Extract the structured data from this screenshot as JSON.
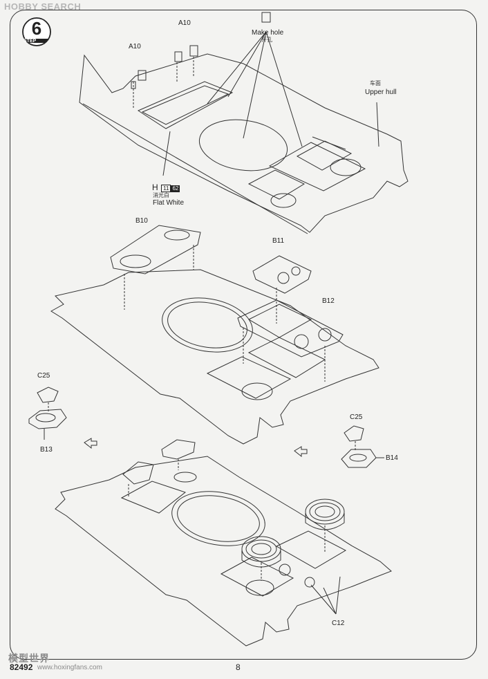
{
  "watermark_top": "HOBBY SEARCH",
  "step": {
    "number": "6",
    "word": "STEP"
  },
  "labels": {
    "a10_left": "A10",
    "a10_top": "A10",
    "make_hole_en": "Make hole",
    "make_hole_cn": "开孔",
    "upper_hull_cn": "车面",
    "upper_hull_en": "Upper hull",
    "paint_h": "H",
    "paint_11": "11",
    "paint_62": "62",
    "paint_cn": "消光白",
    "paint_en": "Flat White",
    "b10": "B10",
    "b11": "B11",
    "b12": "B12",
    "c25_left": "C25",
    "b13": "B13",
    "c25_right": "C25",
    "b14": "B14",
    "c12": "C12"
  },
  "footer": {
    "code": "82492",
    "page": "8",
    "bottom_watermark": "模型世界",
    "bottom_url": "www.hoxingfans.com"
  },
  "colors": {
    "line": "#333333",
    "paper": "#f3f3f1",
    "watermark": "#b6b6b6"
  }
}
